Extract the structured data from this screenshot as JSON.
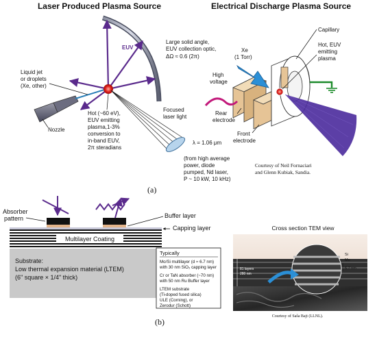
{
  "panel_a": {
    "lpp": {
      "title": "Laser Produced Plasma Source",
      "euv_label": "EUV",
      "optic_l1": "Large solid angle,",
      "optic_l2": "EUV collection optic,",
      "optic_l3": "ΔΩ ≈ 0.6 (2π)",
      "jet_l1": "Liquid jet",
      "jet_l2": "or droplets",
      "jet_l3": "(Xe, other)",
      "nozzle": "Nozzle",
      "plasma_l1": "Hot (~60 eV),",
      "plasma_l2": "EUV emitting",
      "plasma_l3": "plasma,1-3%",
      "plasma_l4": "conversion to",
      "plasma_l5": "in-band EUV,",
      "plasma_l6": "2π steradians",
      "focused_l1": "Focused",
      "focused_l2": "laser light",
      "wavelength": "λ = 1.06 μm",
      "laser_l1": "(from high average",
      "laser_l2": "power, diode",
      "laser_l3": "pumped, Nd laser,",
      "laser_l4": "P ~ 10 kW, 10 kHz)"
    },
    "edp": {
      "title": "Electrical Discharge Plasma Source",
      "capillary": "Capillary",
      "xe_l1": "Xe",
      "xe_l2": "(1 Torr)",
      "hot_l1": "Hot, EUV",
      "hot_l2": "emitting",
      "hot_l3": "plasma",
      "hv_l1": "High",
      "hv_l2": "voltage",
      "rear_l1": "Rear",
      "rear_l2": "electrode",
      "front_l1": "Front",
      "front_l2": "electrode",
      "courtesy_l1": "Courtesy of Neil Fornaciari",
      "courtesy_l2": "and Glenn Kubiak, Sandia."
    },
    "label": "(a)"
  },
  "panel_b": {
    "absorber_l1": "Absorber",
    "absorber_l2": "pattern",
    "buffer": "Buffer layer",
    "capping": "Capping layer",
    "multilayer": "Multilayer Coating",
    "substrate_l1": "Substrate:",
    "substrate_l2": "Low thermal expansion material (LTEM)",
    "substrate_l3": "(6\" square × 1/4\" thick)",
    "box": {
      "heading": "Typically",
      "l1": "Mo/Si multilayer (d ≈ 6.7 nm)",
      "l2": "with 30 nm SiO₂ capping layer",
      "l3": "Cr or TaN absorber (~70 nm)",
      "l4": "with 50 nm Ru Buffer layer",
      "l5": "LTEM substrate",
      "l6": "(Ti-doped fused silica)",
      "l7": "ULE (Corning), or",
      "l8": "Zerodur (Schott)"
    },
    "tem_title": "Cross section TEM view",
    "tem_si": "Si",
    "tem_mo": "Mo",
    "tem_period": "6.7 nm",
    "tem_layers_l1": "81 layers",
    "tem_layers_l2": "280 nm",
    "tem_courtesy": "Courtesy of Saša Bajt (LLNL).",
    "label": "(b)"
  },
  "colors": {
    "euv_purple": "#5a2a8c",
    "plasma_red": "#e0201c",
    "laser_cone": "#b7d4ec",
    "xe_blue": "#2b8fd6",
    "electrode_tan": "#e6c496",
    "hv_magenta": "#c2187a",
    "ground_green": "#1b8a2a",
    "absorber_black": "#111111",
    "buffer_tan": "#e3b48a"
  }
}
